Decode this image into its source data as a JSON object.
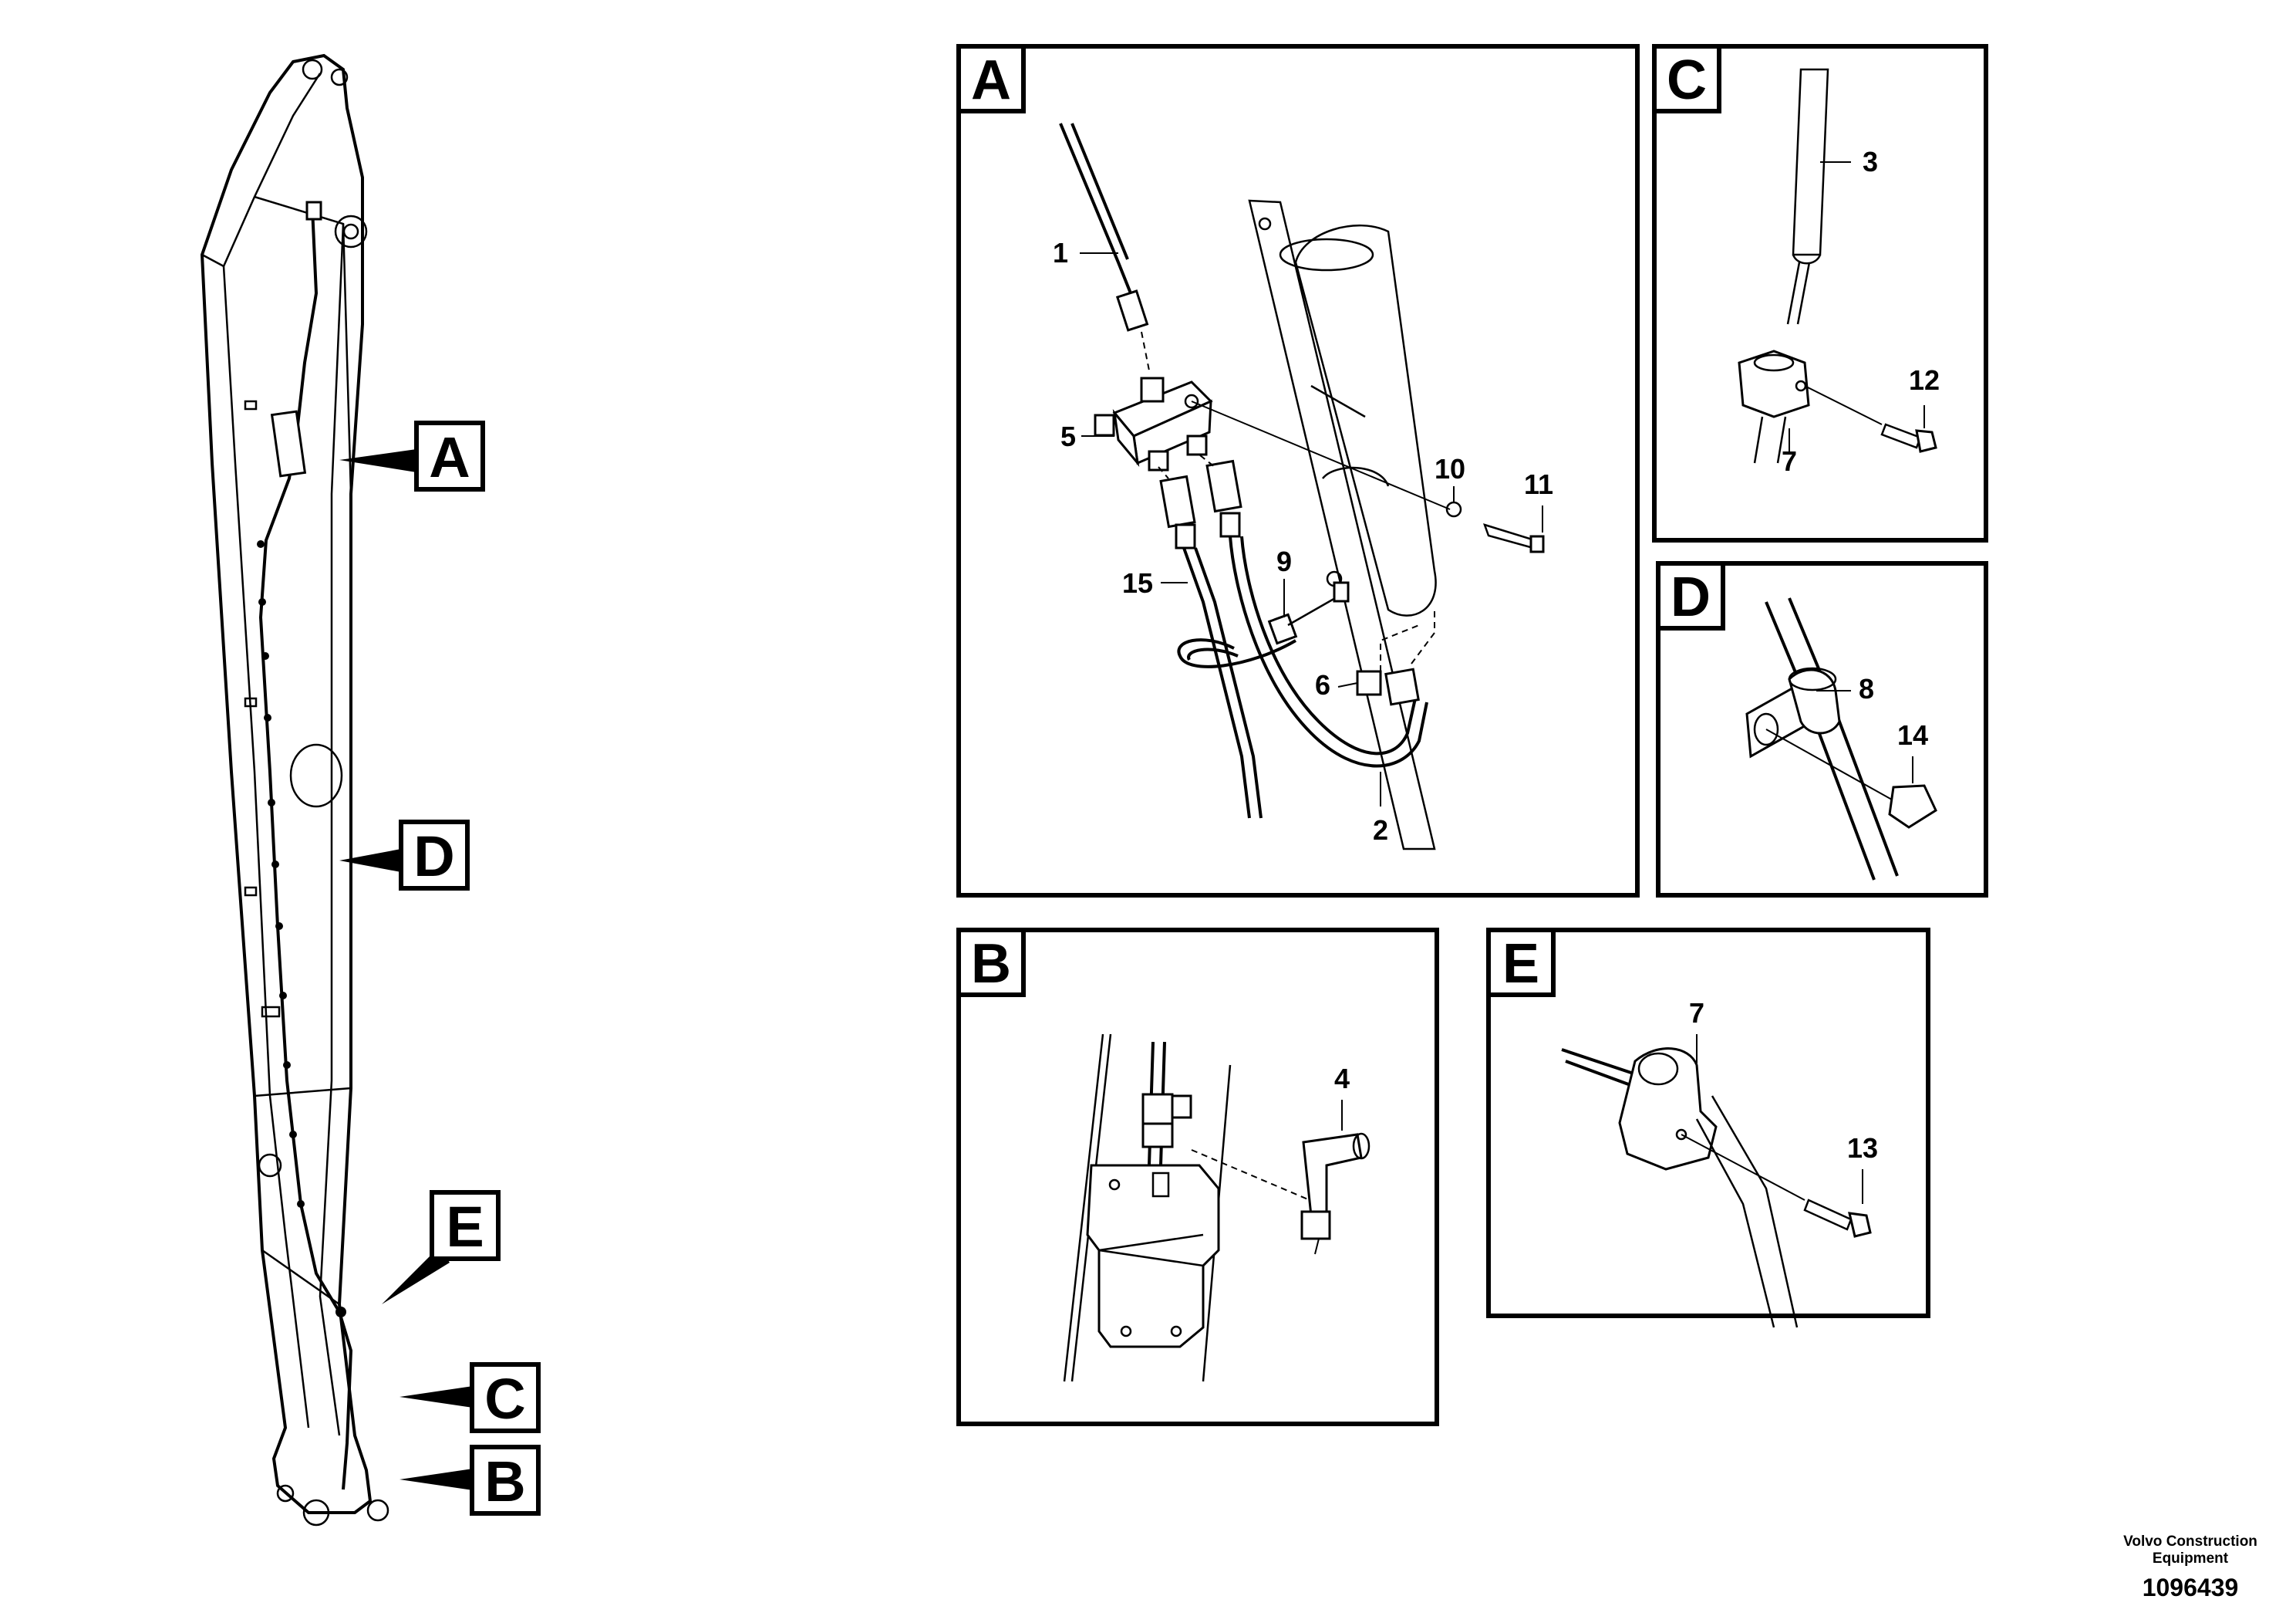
{
  "callouts": {
    "A": "A",
    "B": "B",
    "C": "C",
    "D": "D",
    "E": "E"
  },
  "panels": {
    "A": {
      "letter": "A",
      "parts": [
        "1",
        "5",
        "10",
        "11",
        "15",
        "9",
        "6",
        "2"
      ]
    },
    "B": {
      "letter": "B",
      "parts": [
        "4"
      ]
    },
    "C": {
      "letter": "C",
      "parts": [
        "3",
        "12",
        "7"
      ]
    },
    "D": {
      "letter": "D",
      "parts": [
        "8",
        "14"
      ]
    },
    "E": {
      "letter": "E",
      "parts": [
        "7",
        "13"
      ]
    }
  },
  "footer": {
    "line1": "Volvo Construction",
    "line2": "Equipment",
    "drawing_number": "1096439"
  }
}
